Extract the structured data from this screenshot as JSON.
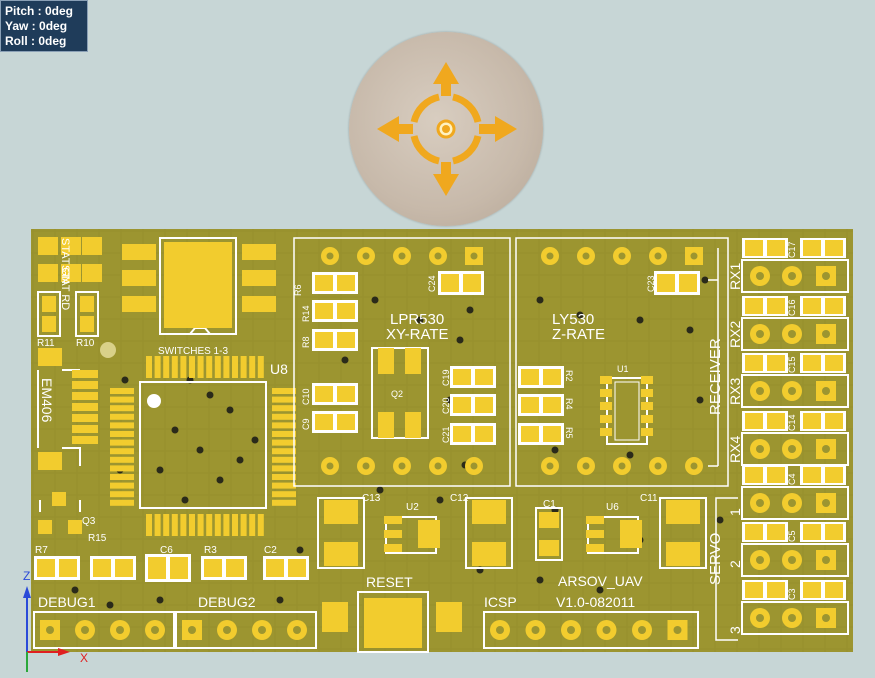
{
  "viewer": {
    "orientation": {
      "pitch": "Pitch : 0deg",
      "yaw": "Yaw : 0deg",
      "roll": "Roll : 0deg"
    },
    "colors": {
      "background": "#c7d6d6",
      "pcb": "#9c9530",
      "pad": "#f2cc2e",
      "silkscreen": "#ffffff",
      "gizmo_arrow": "#f0a81e"
    }
  },
  "pcb": {
    "labels": {
      "stat_gn": "STAT GN",
      "stat_rd": "STAT RD",
      "r11": "R11",
      "r10": "R10",
      "switches": "SWITCHES 1-3",
      "em406": "EM406",
      "u8": "U8",
      "lpr530_line1": "LPR530",
      "lpr530_line2": "XY-RATE",
      "ly530_line1": "LY530",
      "ly530_line2": "Z-RATE",
      "r6": "R6",
      "r14": "R14",
      "r8": "R8",
      "c10": "C10",
      "c9": "C9",
      "c24": "C24",
      "c23": "C23",
      "q2": "Q2",
      "c19": "C19",
      "c20": "C20",
      "c21": "C21",
      "r2": "R2",
      "r4": "R4",
      "r5": "R5",
      "u1": "U1",
      "receiver": "RECEIVER",
      "rx1": "RX1",
      "rx2": "RX2",
      "rx3": "RX3",
      "rx4": "RX4",
      "c17": "C17",
      "c16": "C16",
      "c15": "C15",
      "c14": "C14",
      "c4": "C4",
      "c5": "C5",
      "c3": "C3",
      "servo": "SERVO",
      "servo1": "1",
      "servo2": "2",
      "servo3": "3",
      "q3": "Q3",
      "r15": "R15",
      "r7": "R7",
      "c6": "C6",
      "r3": "R3",
      "c2": "C2",
      "c13": "C13",
      "u2": "U2",
      "c12": "C12",
      "c1": "C1",
      "u6": "U6",
      "c11": "C11",
      "reset": "RESET",
      "arsov_uav": "ARSOV_UAV",
      "version": "V1.0-082011",
      "icsp": "ICSP",
      "debug1": "DEBUG1",
      "debug2": "DEBUG2"
    }
  }
}
